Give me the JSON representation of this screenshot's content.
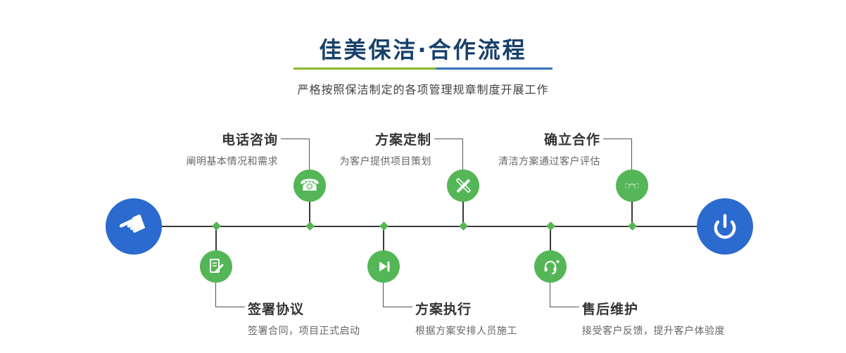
{
  "header": {
    "title": "佳美保洁·合作流程",
    "subtitle": "严格按照保洁制定的各项管理规章制度开展工作"
  },
  "steps_top": [
    {
      "title": "电话咨询",
      "desc": "阐明基本情况和需求",
      "icon": "phone-icon"
    },
    {
      "title": "方案定制",
      "desc": "为客户提供项目策划",
      "icon": "pen-ruler-icon"
    },
    {
      "title": "确立合作",
      "desc": "清洁方案通过客户评估",
      "icon": "handshake-icon"
    }
  ],
  "steps_bottom": [
    {
      "title": "签署协议",
      "desc": "签署合同，项目正式启动",
      "icon": "contract-icon"
    },
    {
      "title": "方案执行",
      "desc": "根据方案安排人员施工",
      "icon": "play-step-icon"
    },
    {
      "title": "售后维护",
      "desc": "接受客户反馈，提升客户体验度",
      "icon": "headset-icon"
    }
  ],
  "endpoints": {
    "start_icon": "pointer-hand-icon",
    "end_icon": "power-icon"
  },
  "colors": {
    "title": "#17406a",
    "accent_green": "#54b657",
    "accent_blue": "#2b6ace",
    "underline_green": "#8ab62c",
    "underline_blue": "#3373b9",
    "line": "#3a3a3a"
  }
}
